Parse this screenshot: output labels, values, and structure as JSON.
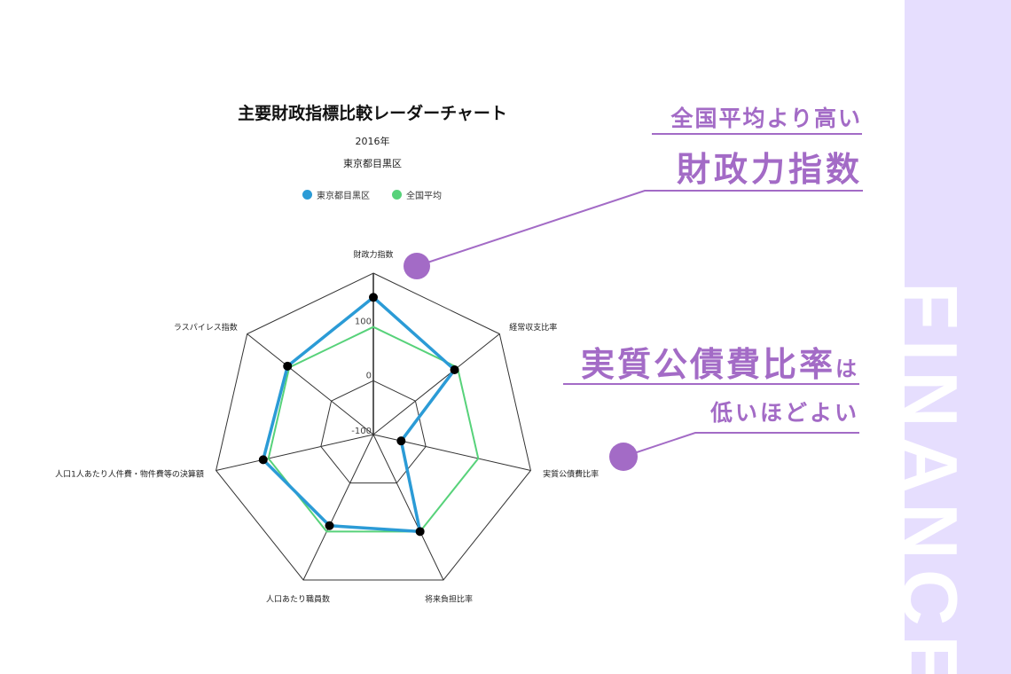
{
  "chart_data": {
    "type": "radar",
    "title": "主要財政指標比較レーダーチャート",
    "subtitle_year": "2016年",
    "subtitle_area": "東京都目黒区",
    "categories": [
      "財政力指数",
      "経常収支比率",
      "実質公債費比率",
      "将来負担比率",
      "人口あたり職員数",
      "人口1人あたり人件費・物件費等の決算額",
      "ラスパイレス指数"
    ],
    "axis_min": -100,
    "axis_max": 200,
    "ticks": [
      -100,
      0,
      100
    ],
    "tick_labels": [
      "-100",
      "0",
      "100"
    ],
    "legend_position": "top",
    "series": [
      {
        "name": "東京都目黒区",
        "color": "#2b9bd6",
        "values": [
          155,
          93,
          -47,
          100,
          88,
          110,
          104
        ]
      },
      {
        "name": "全国平均",
        "color": "#57d27a",
        "values": [
          100,
          100,
          100,
          100,
          100,
          100,
          100
        ]
      }
    ]
  },
  "annotations": {
    "top_small": "全国平均より高い",
    "top_big": "財政力指数",
    "bottom_big": "実質公債費比率",
    "bottom_particle": "は",
    "bottom_small": "低いほどよい",
    "accent_color": "#a36bc6"
  },
  "side_banner": {
    "text": "FINANCE",
    "color": "#e6defe"
  }
}
